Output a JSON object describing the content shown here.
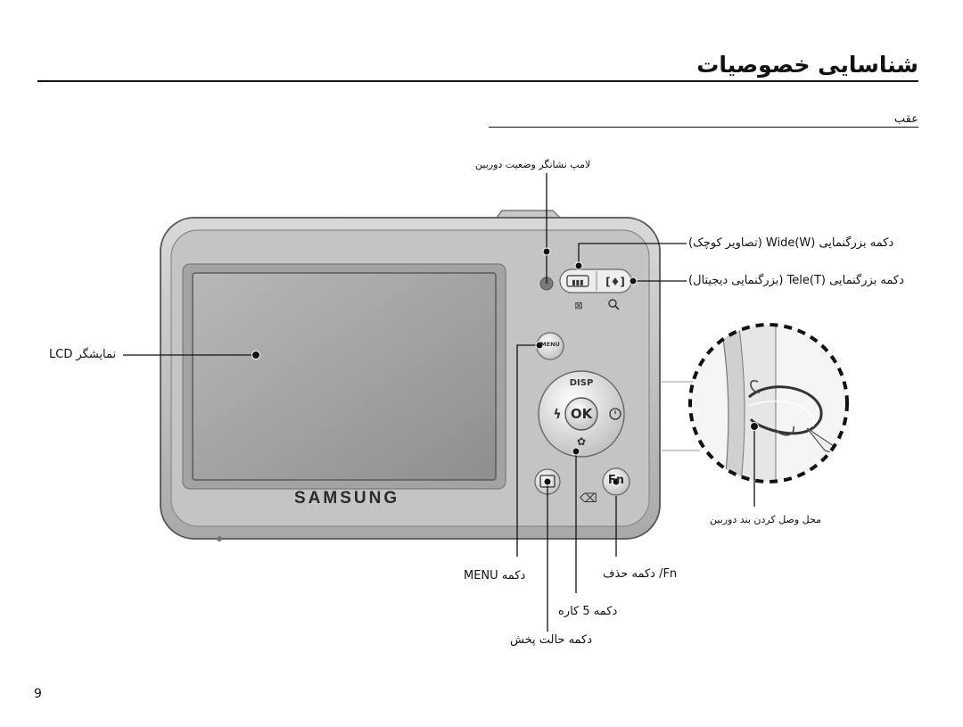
{
  "page": {
    "title": "شناسایی خصوصیات",
    "subtitle": "عقب",
    "page_number": "9"
  },
  "camera": {
    "brand": "SAMSUNG",
    "menu_button": "MENU",
    "disp_label": "DISP",
    "ok_label": "OK",
    "fn_label": "Fn"
  },
  "callouts": {
    "af_lamp": "لامپ نشانگر وضعیت دوربین",
    "wide": "دکمه بزرگنمایی Wide(W) (تصاویر کوچک)",
    "tele": "دکمه بزرگنمایی Tele(T) (بزرگنمایی دیجیتال)",
    "lcd": "نمایشگر LCD",
    "strap": "محل وصل کردن بند دوربین",
    "menu": "دکمه MENU",
    "fn": "Fn/ دکمه حذف",
    "five_function": "دکمه 5 کاره",
    "play": "دکمه حالت پخش"
  }
}
